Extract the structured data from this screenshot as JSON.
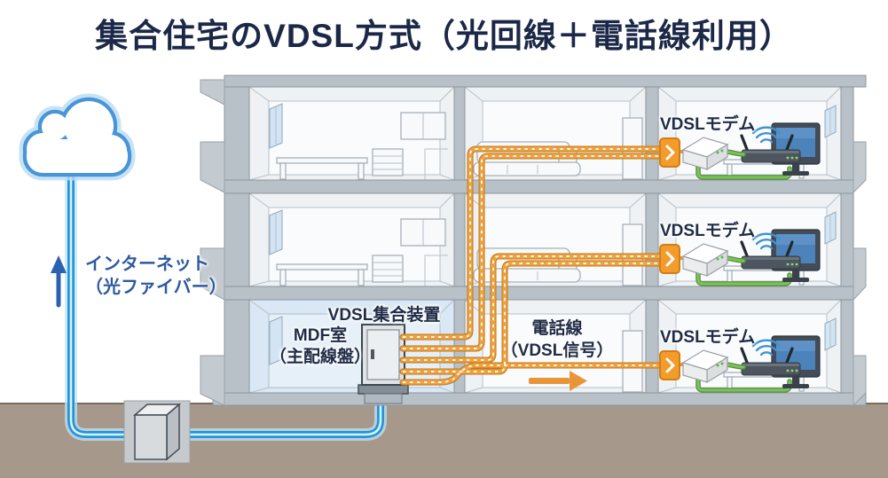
{
  "title": "集合住宅のVDSL方式（光回線＋電話線利用）",
  "labels": {
    "internet_line1": "インターネット",
    "internet_line2": "（光ファイバー）",
    "aggregator": "VDSL集合装置",
    "mdf_line1": "MDF室",
    "mdf_line2": "（主配線盤）",
    "phone_line1": "電話線",
    "phone_line2": "（VDSL信号）",
    "vdsl_modem": "VDSLモデム"
  },
  "building": {
    "floors": 3,
    "modem_rooms_per_floor": 1
  },
  "colors": {
    "title_text": "#1b2847",
    "internet_label_text": "#2d5a9e",
    "fiber_line": "#2196d6",
    "phone_cable": "#efa13d",
    "lan_cable": "#6db04c",
    "wall_jack": "#f39b2b",
    "ground": "#a6988a",
    "building_frame": "#b9c1c8"
  }
}
